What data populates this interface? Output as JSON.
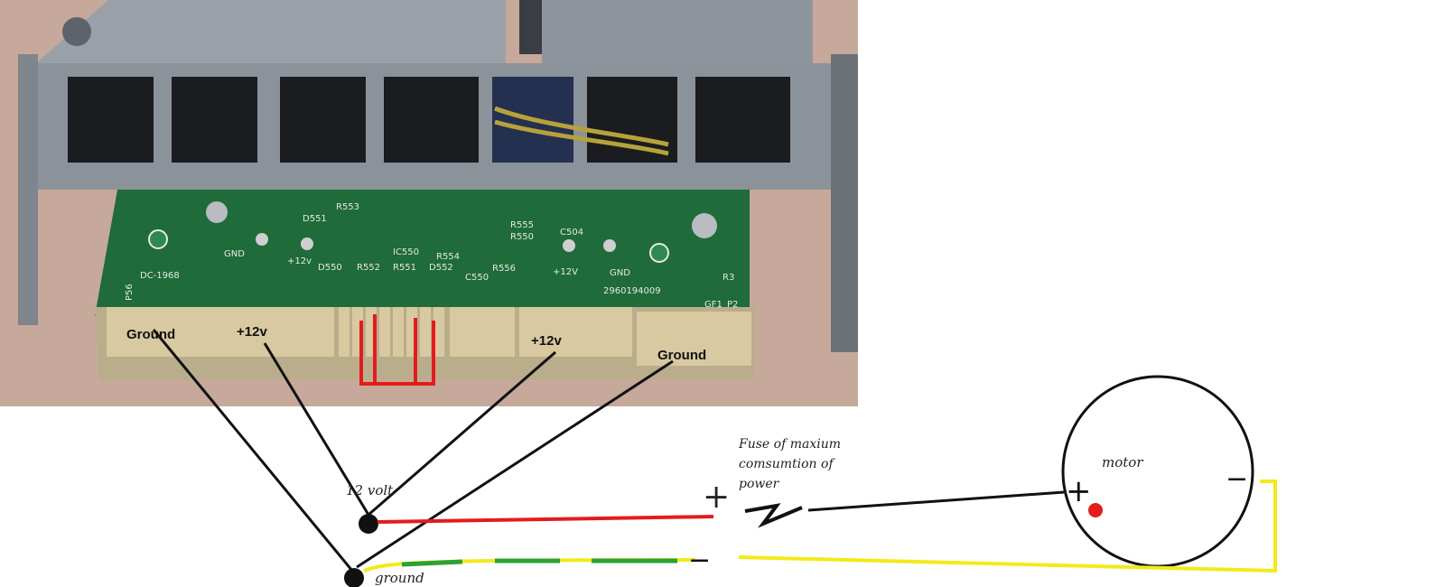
{
  "pcb": {
    "board_name": "DC-1968",
    "serial": "2960194009",
    "left_ref": "P56",
    "right_refs": [
      "GF1",
      "P2",
      "R3"
    ],
    "silkscreen": [
      "D551",
      "R553",
      "R555",
      "R550",
      "C504",
      "IC550",
      "R554",
      "GND",
      "+12v",
      "D550",
      "R552",
      "R551",
      "D552",
      "C550",
      "R556",
      "+12V",
      "GND"
    ]
  },
  "pad_labels": {
    "ground_left": "Ground",
    "v12_left": "+12v",
    "v12_right": "+12v",
    "ground_right": "Ground"
  },
  "schematic": {
    "node_12v": "12 volt",
    "node_ground": "ground",
    "fuse_label": [
      "Fuse of maxium",
      "comsumtion of",
      "power"
    ],
    "plus_sign": "+",
    "minus_sign": "−",
    "motor_label": "motor",
    "motor_plus": "+",
    "motor_minus": "−"
  },
  "colors": {
    "red_wire": "#e51b1b",
    "black_wire": "#111111",
    "yellow_wire": "#f2ea1a",
    "green_wire": "#2aa235",
    "pcb_green": "#1f6b3a",
    "pad_gold": "#d9c9a0"
  }
}
